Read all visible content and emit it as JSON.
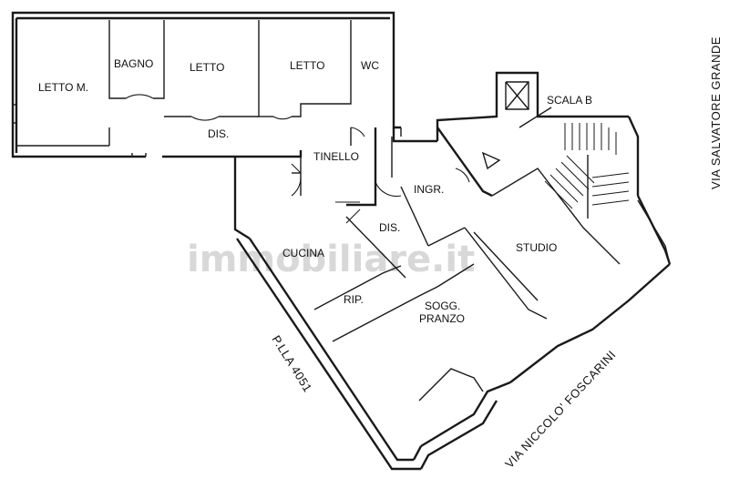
{
  "watermark": "immobiliare.it",
  "rooms": {
    "letto_m": "LETTO M.",
    "bagno": "BAGNO",
    "letto_1": "LETTO",
    "letto_2": "LETTO",
    "wc": "WC",
    "dis_1": "DIS.",
    "tinello": "TINELLO",
    "ingr": "INGR.",
    "dis_2": "DIS.",
    "cucina": "CUCINA",
    "studio": "STUDIO",
    "rip": "RIP.",
    "sogg_line1": "SOGG.",
    "sogg_line2": "PRANZO",
    "scala": "SCALA B"
  },
  "labels": {
    "street_right": "VIA SALVATORE GRANDE",
    "street_bottom": "VIA NICCOLO' FOSCARINI",
    "parcel": "P.LLA 4051"
  }
}
